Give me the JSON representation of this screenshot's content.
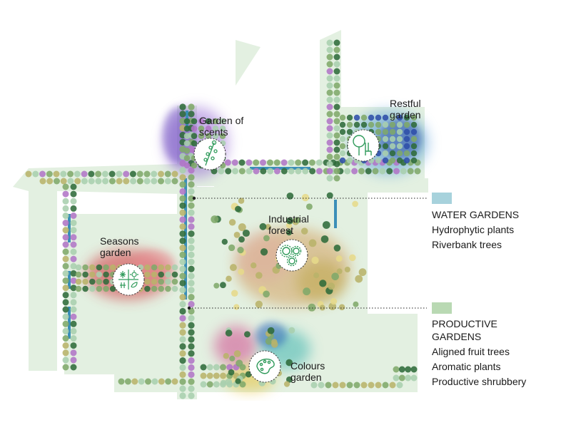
{
  "gardens": {
    "scents": [
      "Garden of",
      "scents"
    ],
    "restful": [
      "Restful",
      "garden"
    ],
    "industrial": [
      "Industrial",
      "forest"
    ],
    "seasons": [
      "Seasons",
      "garden"
    ],
    "colours": [
      "Colours",
      "garden"
    ]
  },
  "legend": {
    "water": {
      "color": "#a7d2dc",
      "title": "WATER GARDENS",
      "items": [
        "Hydrophytic plants",
        "Riverbank trees"
      ]
    },
    "productive": {
      "color": "#b9d9b3",
      "title_lines": [
        "PRODUCTIVE",
        "GARDENS"
      ],
      "items": [
        "Aligned fruit trees",
        "Aromatic plants",
        "Productive shrubbery"
      ]
    }
  },
  "colors": {
    "path": "#e3f0e1",
    "water": "#3b8fb8",
    "tree_dark": "#2f6b3a",
    "tree_mid": "#7fa86a",
    "tree_olive": "#b8b36a",
    "tree_light": "#a9cfae",
    "tree_purple": "#b175c6"
  }
}
